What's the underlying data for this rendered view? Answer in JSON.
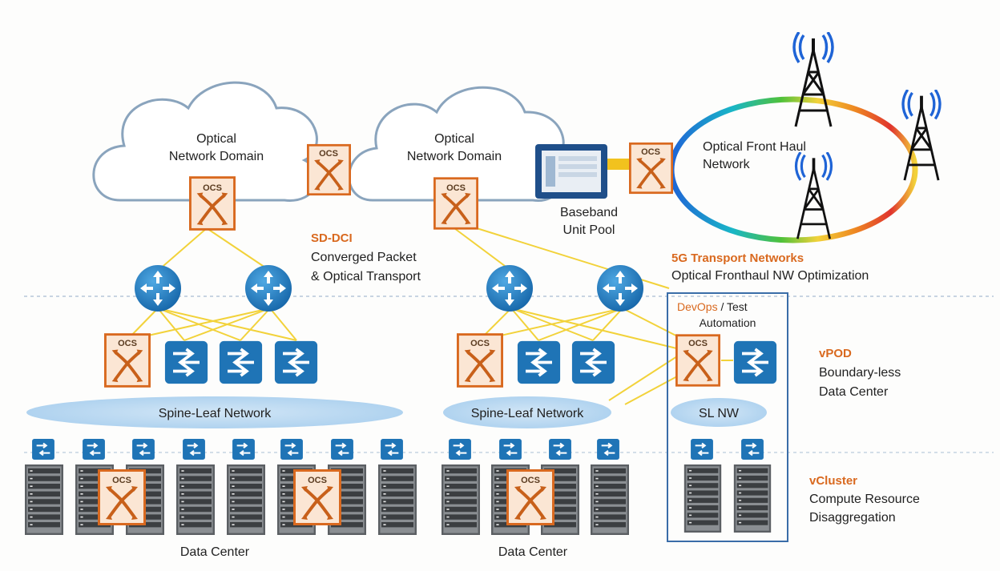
{
  "clouds": {
    "left": {
      "line1": "Optical",
      "line2": "Network Domain"
    },
    "middle": {
      "line1": "Optical",
      "line2": "Network Domain"
    }
  },
  "ocs_label": "OCS",
  "baseband": {
    "line1": "Baseband",
    "line2": "Unit Pool"
  },
  "fronthaul": {
    "line1": "Optical Front Haul",
    "line2": "Network"
  },
  "sd_dci": {
    "title": "SD-DCI",
    "line1": "Converged Packet",
    "line2": "& Optical Transport"
  },
  "transport_5g": {
    "title": "5G Transport Networks",
    "line1": "Optical Fronthaul NW Optimization"
  },
  "devops": {
    "title": "DevOps",
    "rest": " / Test",
    "line2": "Automation"
  },
  "vpod": {
    "title": "vPOD",
    "line1": "Boundary-less",
    "line2": "Data Center"
  },
  "vcluster": {
    "title": "vCluster",
    "line1": "Compute Resource",
    "line2": "Disaggregation"
  },
  "spine_leaf_left": "Spine-Leaf Network",
  "spine_leaf_right": "Spine-Leaf Network",
  "sl_nw": "SL NW",
  "data_center_left": "Data Center",
  "data_center_right": "Data Center",
  "colors": {
    "link": "#f2d23a",
    "ocs_border": "#d9691f",
    "ocs_fill": "#fbe6d4",
    "router": "#1e7fc0",
    "switch": "#1f74b6",
    "pod_border": "#3a6da8",
    "orange_text": "#d9691f"
  }
}
